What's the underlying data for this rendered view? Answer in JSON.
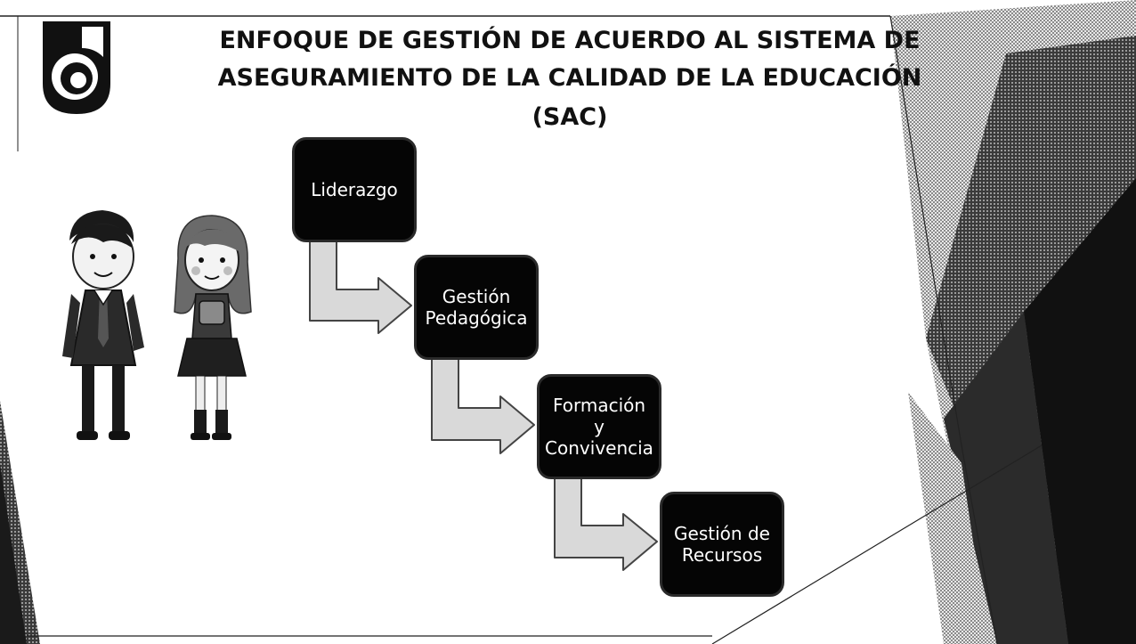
{
  "slide": {
    "title_lines": [
      "ENFOQUE DE  GESTIÓN  DE ACUERDO AL SISTEMA DE",
      "ASEGURAMIENTO DE LA CALIDAD DE LA EDUCACIÓN",
      "(SAC)"
    ],
    "steps": [
      {
        "lines": [
          "Liderazgo"
        ]
      },
      {
        "lines": [
          "Gestión",
          "Pedagógica"
        ]
      },
      {
        "lines": [
          "Formación y",
          "Convivencia"
        ]
      },
      {
        "lines": [
          "Gestión de",
          "Recursos"
        ]
      }
    ]
  },
  "icons": {
    "logo": "school-logo-icon",
    "boy": "boy-student-illustration",
    "girl": "girl-student-illustration"
  },
  "colors": {
    "box_fill": "#050505",
    "box_text": "#ffffff",
    "arrow_fill": "#d9d9d9",
    "title_text": "#111111",
    "background": "#ffffff",
    "decor_dark": "#1a1a1a"
  }
}
